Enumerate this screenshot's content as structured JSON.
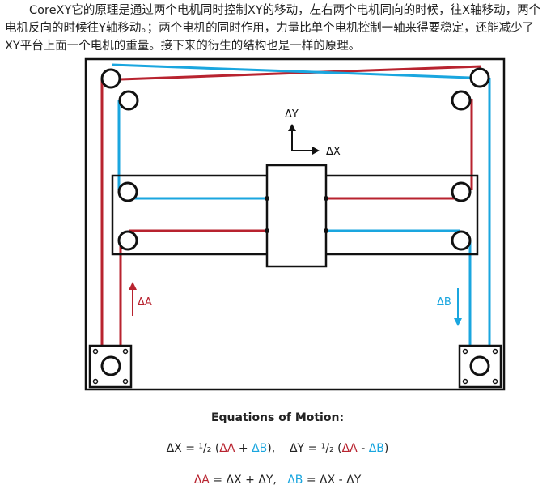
{
  "intro": {
    "text": "CoreXY它的原理是通过两个电机同时控制XY的移动，左右两个电机同向的时候，往X轴移动，两个电机反向的时候往Y轴移动。；两个电机的同时作用，力量比单个电机控制一轴来得要稳定，还能减少了XY平台上面一个电机的重量。接下来的衍生的结构也是一样的原理。"
  },
  "diagram": {
    "label_dy": "ΔY",
    "label_dx": "ΔX",
    "label_da": "ΔA",
    "label_db": "ΔB",
    "colors": {
      "belt_a": "#b8232f",
      "belt_b": "#1aa6df",
      "frame": "#111111"
    }
  },
  "equations": {
    "title": "Equations of Motion:",
    "eq1": {
      "dx": "ΔX = ",
      "half1": "¹/₂ (",
      "a1": "ΔA",
      "plus": " + ",
      "b1": "ΔB",
      "close1": "),    ",
      "dy": "ΔY = ",
      "half2": "¹/₂ (",
      "a2": "ΔA",
      "minus": " - ",
      "b2": "ΔB",
      "close2": ")"
    },
    "eq2": {
      "a": "ΔA",
      "a_rest": " = ΔX + ΔY,   ",
      "b": "ΔB",
      "b_rest": " = ΔX - ΔY"
    }
  }
}
